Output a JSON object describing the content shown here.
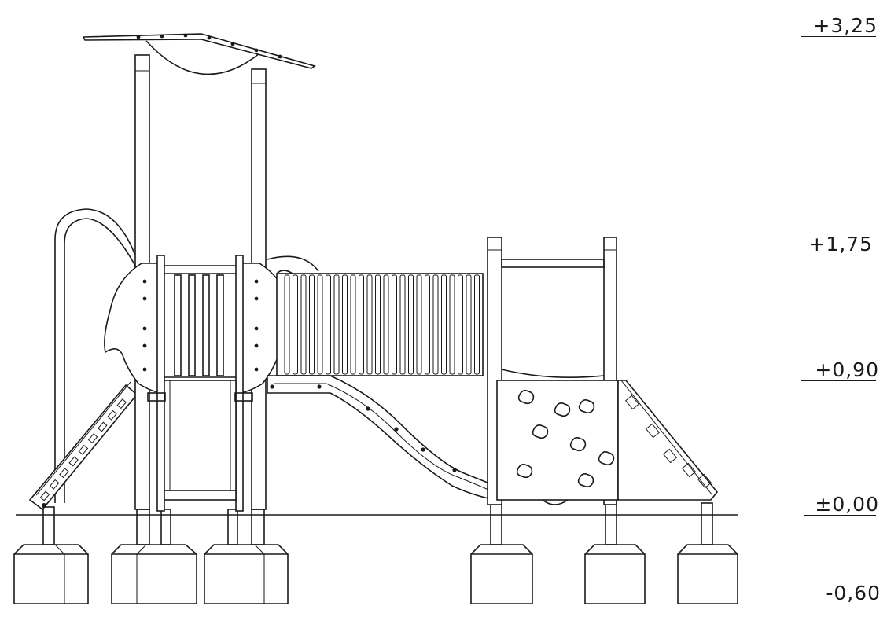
{
  "levels": [
    {
      "label": "+3,25"
    },
    {
      "label": "+1,75"
    },
    {
      "label": "+0,90"
    },
    {
      "label": "±0,00"
    },
    {
      "label": "-0,60"
    }
  ],
  "colors": {
    "ink": "#1a1a1a",
    "paper": "#ffffff"
  }
}
